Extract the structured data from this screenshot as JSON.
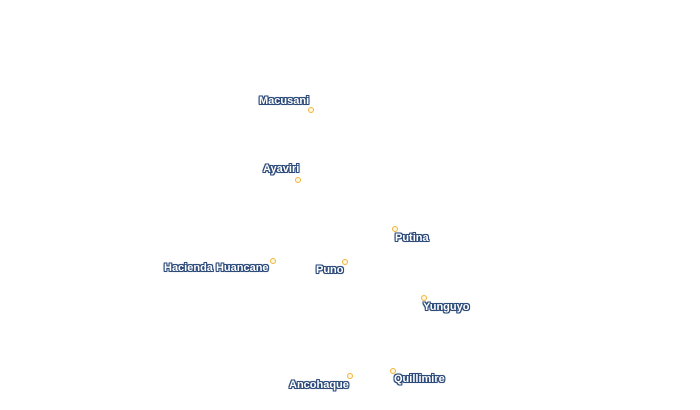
{
  "places": [
    {
      "id": "macusani",
      "name": "Macusani"
    },
    {
      "id": "ayaviri",
      "name": "Ayaviri"
    },
    {
      "id": "putina",
      "name": "Putina"
    },
    {
      "id": "hacienda-huancane",
      "name": "Hacienda Huancane"
    },
    {
      "id": "puno",
      "name": "Puno"
    },
    {
      "id": "yunguyo",
      "name": "Yunguyo"
    },
    {
      "id": "ancohaque",
      "name": "Ancohaque"
    },
    {
      "id": "quillimire",
      "name": "Quillimire"
    }
  ],
  "colors": {
    "marker_stroke": "#f0b43c",
    "label_fill": "#ffffff",
    "label_halo": "#2c4a7a"
  }
}
